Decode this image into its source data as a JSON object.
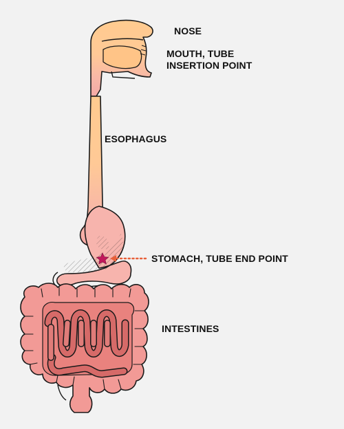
{
  "labels": {
    "nose": "NOSE",
    "mouth_line1": "MOUTH, TUBE",
    "mouth_line2": "INSERTION POINT",
    "esophagus": "ESOPHAGUS",
    "stomach": "STOMACH, TUBE END POINT",
    "intestines": "INTESTINES"
  },
  "colors": {
    "background": "#f2f2f2",
    "upper_tract": "#ffcb8f",
    "stomach": "#f7b4ad",
    "intestine_outer": "#f29a96",
    "intestine_inner": "#d66a68",
    "outline": "#1a1a1a",
    "pointer": "#e8603a",
    "end_point_star": "#c2185b"
  },
  "icons": {
    "end_point": "star-icon",
    "pointer": "dotted-arrow-icon"
  }
}
